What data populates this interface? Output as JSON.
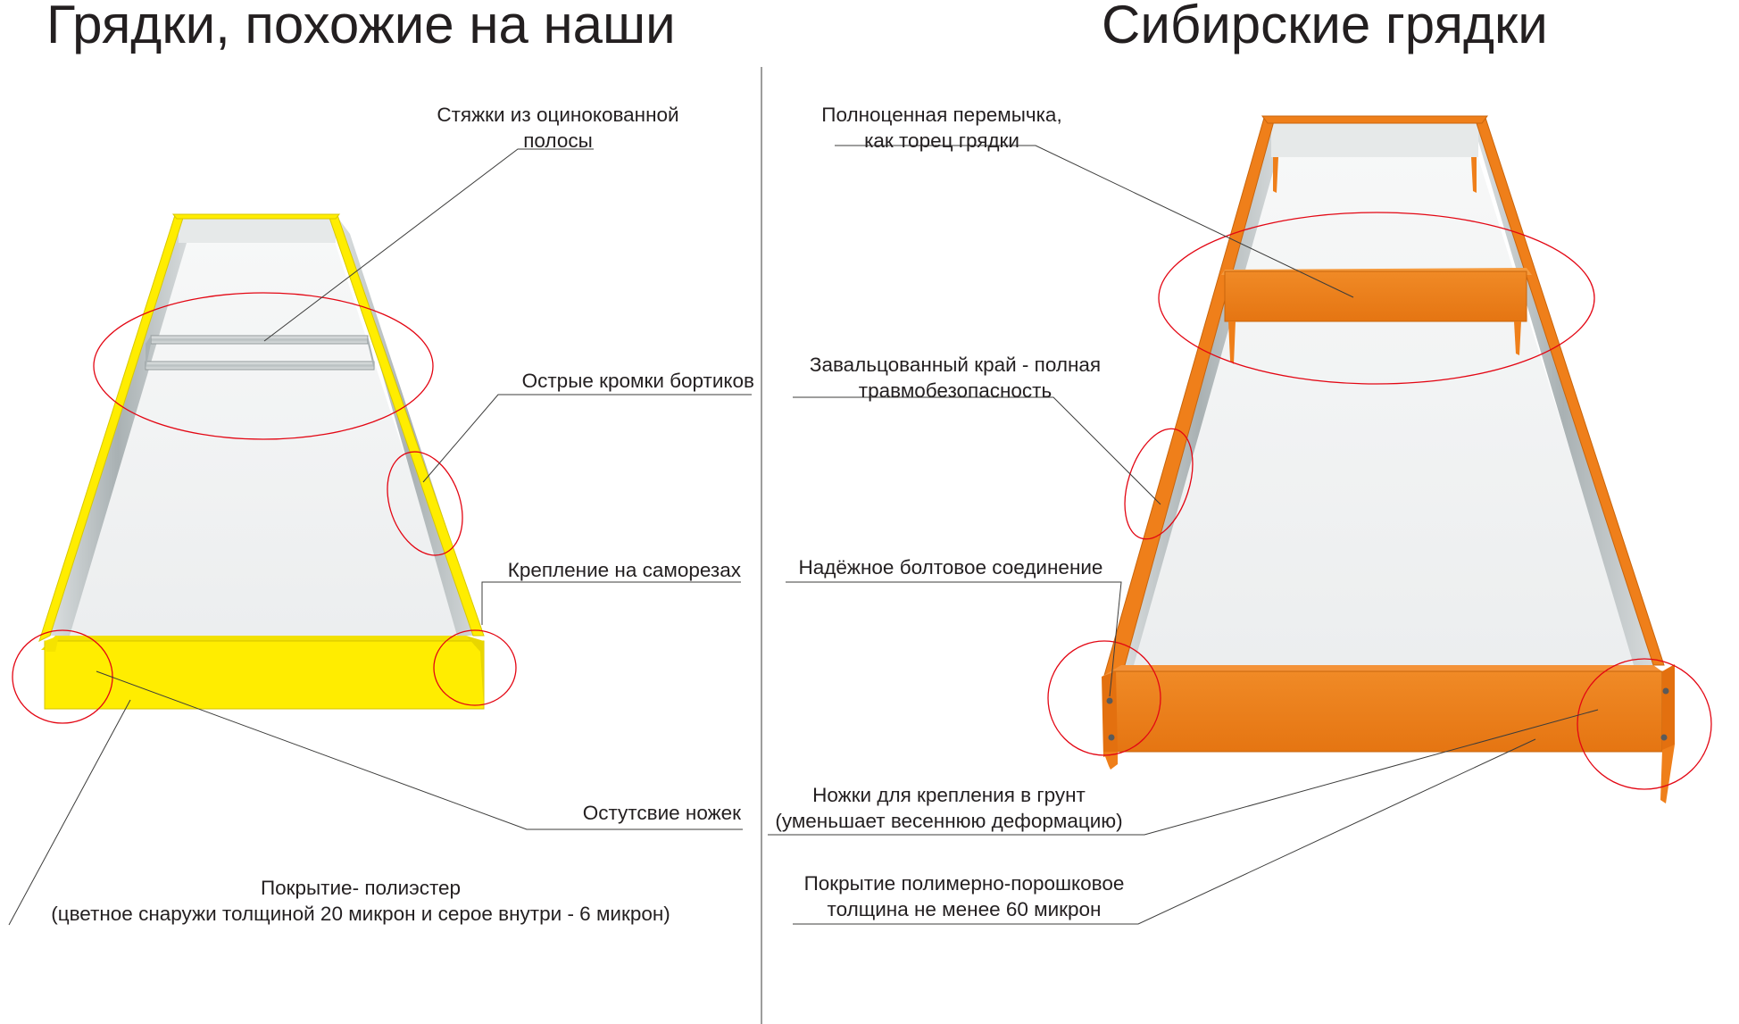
{
  "left": {
    "title": "Грядки, похожие на наши",
    "frame_color": "#ffed00",
    "callouts": {
      "ties": [
        "Стяжки из оцинокованной",
        "полосы"
      ],
      "edges": [
        "Острые кромки бортиков"
      ],
      "screws": [
        "Крепление на саморезах"
      ],
      "legs": [
        "Остутсвие ножек"
      ],
      "coating": [
        "Покрытие- полиэстер",
        "(цветное снаружи толщиной 20 микрон и серое внутри -  6 микрон)"
      ]
    }
  },
  "right": {
    "title": "Сибирские грядки",
    "frame_color": "#ef7f1a",
    "callouts": {
      "crossbar": [
        "Полноценная перемычка,",
        "как торец грядки"
      ],
      "rolled_edge": [
        "Завальцованный край - полная",
        "травмобезопасность"
      ],
      "bolt": [
        "Надёжное болтовое соединение"
      ],
      "legs": [
        "Ножки для крепления в грунт",
        "(уменьшает весеннюю деформацию)"
      ],
      "coating": [
        "Покрытие полимерно-порошковое",
        "толщина не менее 60 микрон"
      ]
    }
  },
  "colors": {
    "divider": "#9d9d9c",
    "leader_line": "#3c3c3b",
    "highlight_ring": "#e30613",
    "galvanized": "#c6cbcc",
    "inner_floor": "#f3f4f5"
  }
}
